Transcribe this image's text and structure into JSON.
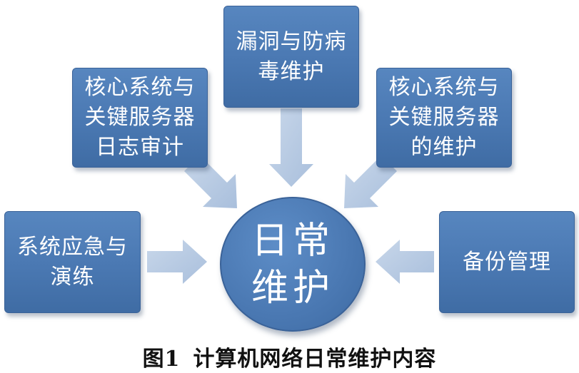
{
  "diagram": {
    "center": {
      "label": "日常\n维护"
    },
    "nodes": [
      {
        "id": "top",
        "label": "漏洞与防病\n毒维护"
      },
      {
        "id": "upper-left",
        "label": "核心系统与\n关键服务器\n日志审计"
      },
      {
        "id": "upper-right",
        "label": "核心系统与\n关键服务器\n的维护"
      },
      {
        "id": "left",
        "label": "系统应急与\n演练"
      },
      {
        "id": "right",
        "label": "备份管理"
      }
    ],
    "edges": [
      {
        "from": "top",
        "to": "center"
      },
      {
        "from": "upper-left",
        "to": "center"
      },
      {
        "from": "upper-right",
        "to": "center"
      },
      {
        "from": "left",
        "to": "center"
      },
      {
        "from": "right",
        "to": "center"
      }
    ],
    "colors": {
      "box": "#4a78b2",
      "arrow": "#b5c9e3",
      "caption": "#111111"
    }
  },
  "caption": {
    "number": "图1",
    "title": "计算机网络日常维护内容"
  }
}
